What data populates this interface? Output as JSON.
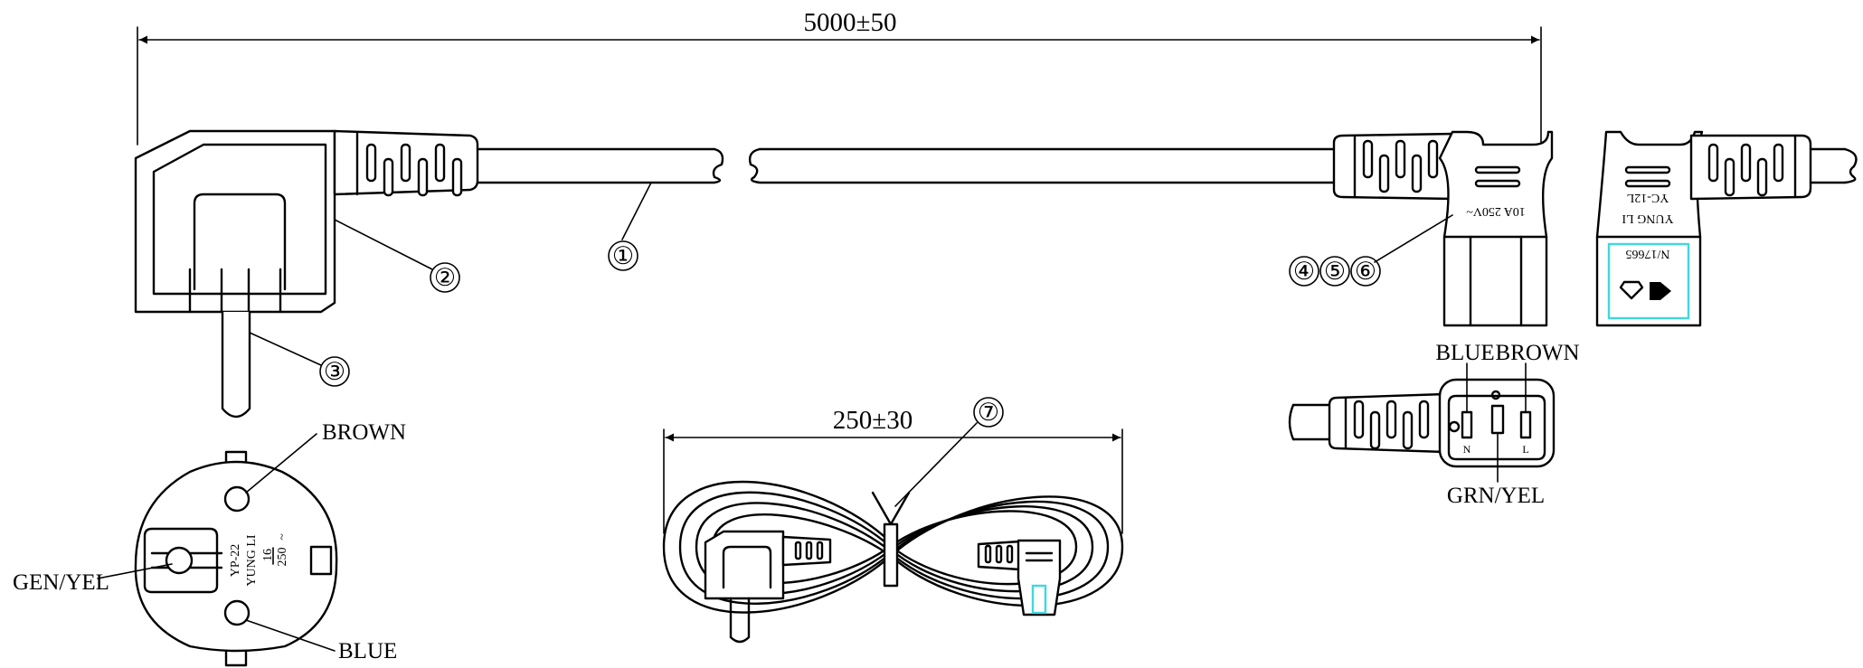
{
  "dimensions": {
    "overall_length": "5000±50",
    "coil_width": "250±30"
  },
  "callouts": {
    "c1": "①",
    "c2": "②",
    "c3": "③",
    "c4": "④",
    "c5": "⑤",
    "c6": "⑥",
    "c7": "⑦"
  },
  "wire_labels": {
    "plug_brown": "BROWN",
    "plug_earth": "GEN/YEL",
    "plug_blue": "BLUE",
    "socket_blue": "BLUE",
    "socket_brown": "BROWN",
    "socket_earth": "GRN/YEL"
  },
  "markings": {
    "plug_model": "YP-22",
    "plug_brand": "YUNG LI",
    "plug_amp": "16",
    "plug_volt": "250",
    "plug_ac": "~",
    "connector_rating": "10A 250V~",
    "connector_model": "YC-12L",
    "connector_brand": "YUNG LI",
    "connector_cert": "N/17665",
    "pin_n": "N",
    "pin_l": "L"
  }
}
